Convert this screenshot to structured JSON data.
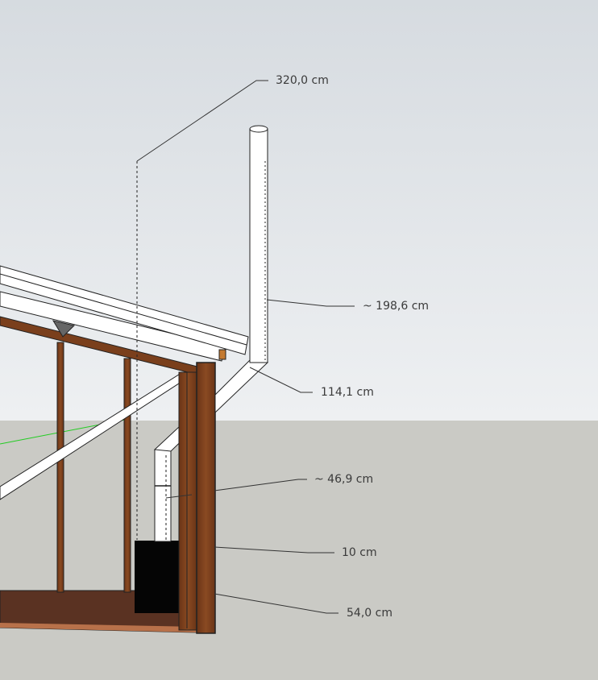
{
  "scene": {
    "colors": {
      "sky_top": "#d6dbe0",
      "sky_bottom": "#eef0f2",
      "ground": "#cacac5",
      "wood": "#7a3f1c",
      "floor": "#5a3222",
      "stove": "#050505",
      "pipe": "#ffffff",
      "axis_green": "#22cc22"
    }
  },
  "dimensions": [
    {
      "id": "height_total",
      "label": "320,0 cm"
    },
    {
      "id": "pipe_vertical",
      "label": "~ 198,6 cm"
    },
    {
      "id": "pipe_diagonal",
      "label": "114,1 cm"
    },
    {
      "id": "pipe_to_wall",
      "label": "~ 46,9 cm"
    },
    {
      "id": "wall_gap",
      "label": "10 cm"
    },
    {
      "id": "stove_to_wall",
      "label": "54,0 cm"
    }
  ]
}
